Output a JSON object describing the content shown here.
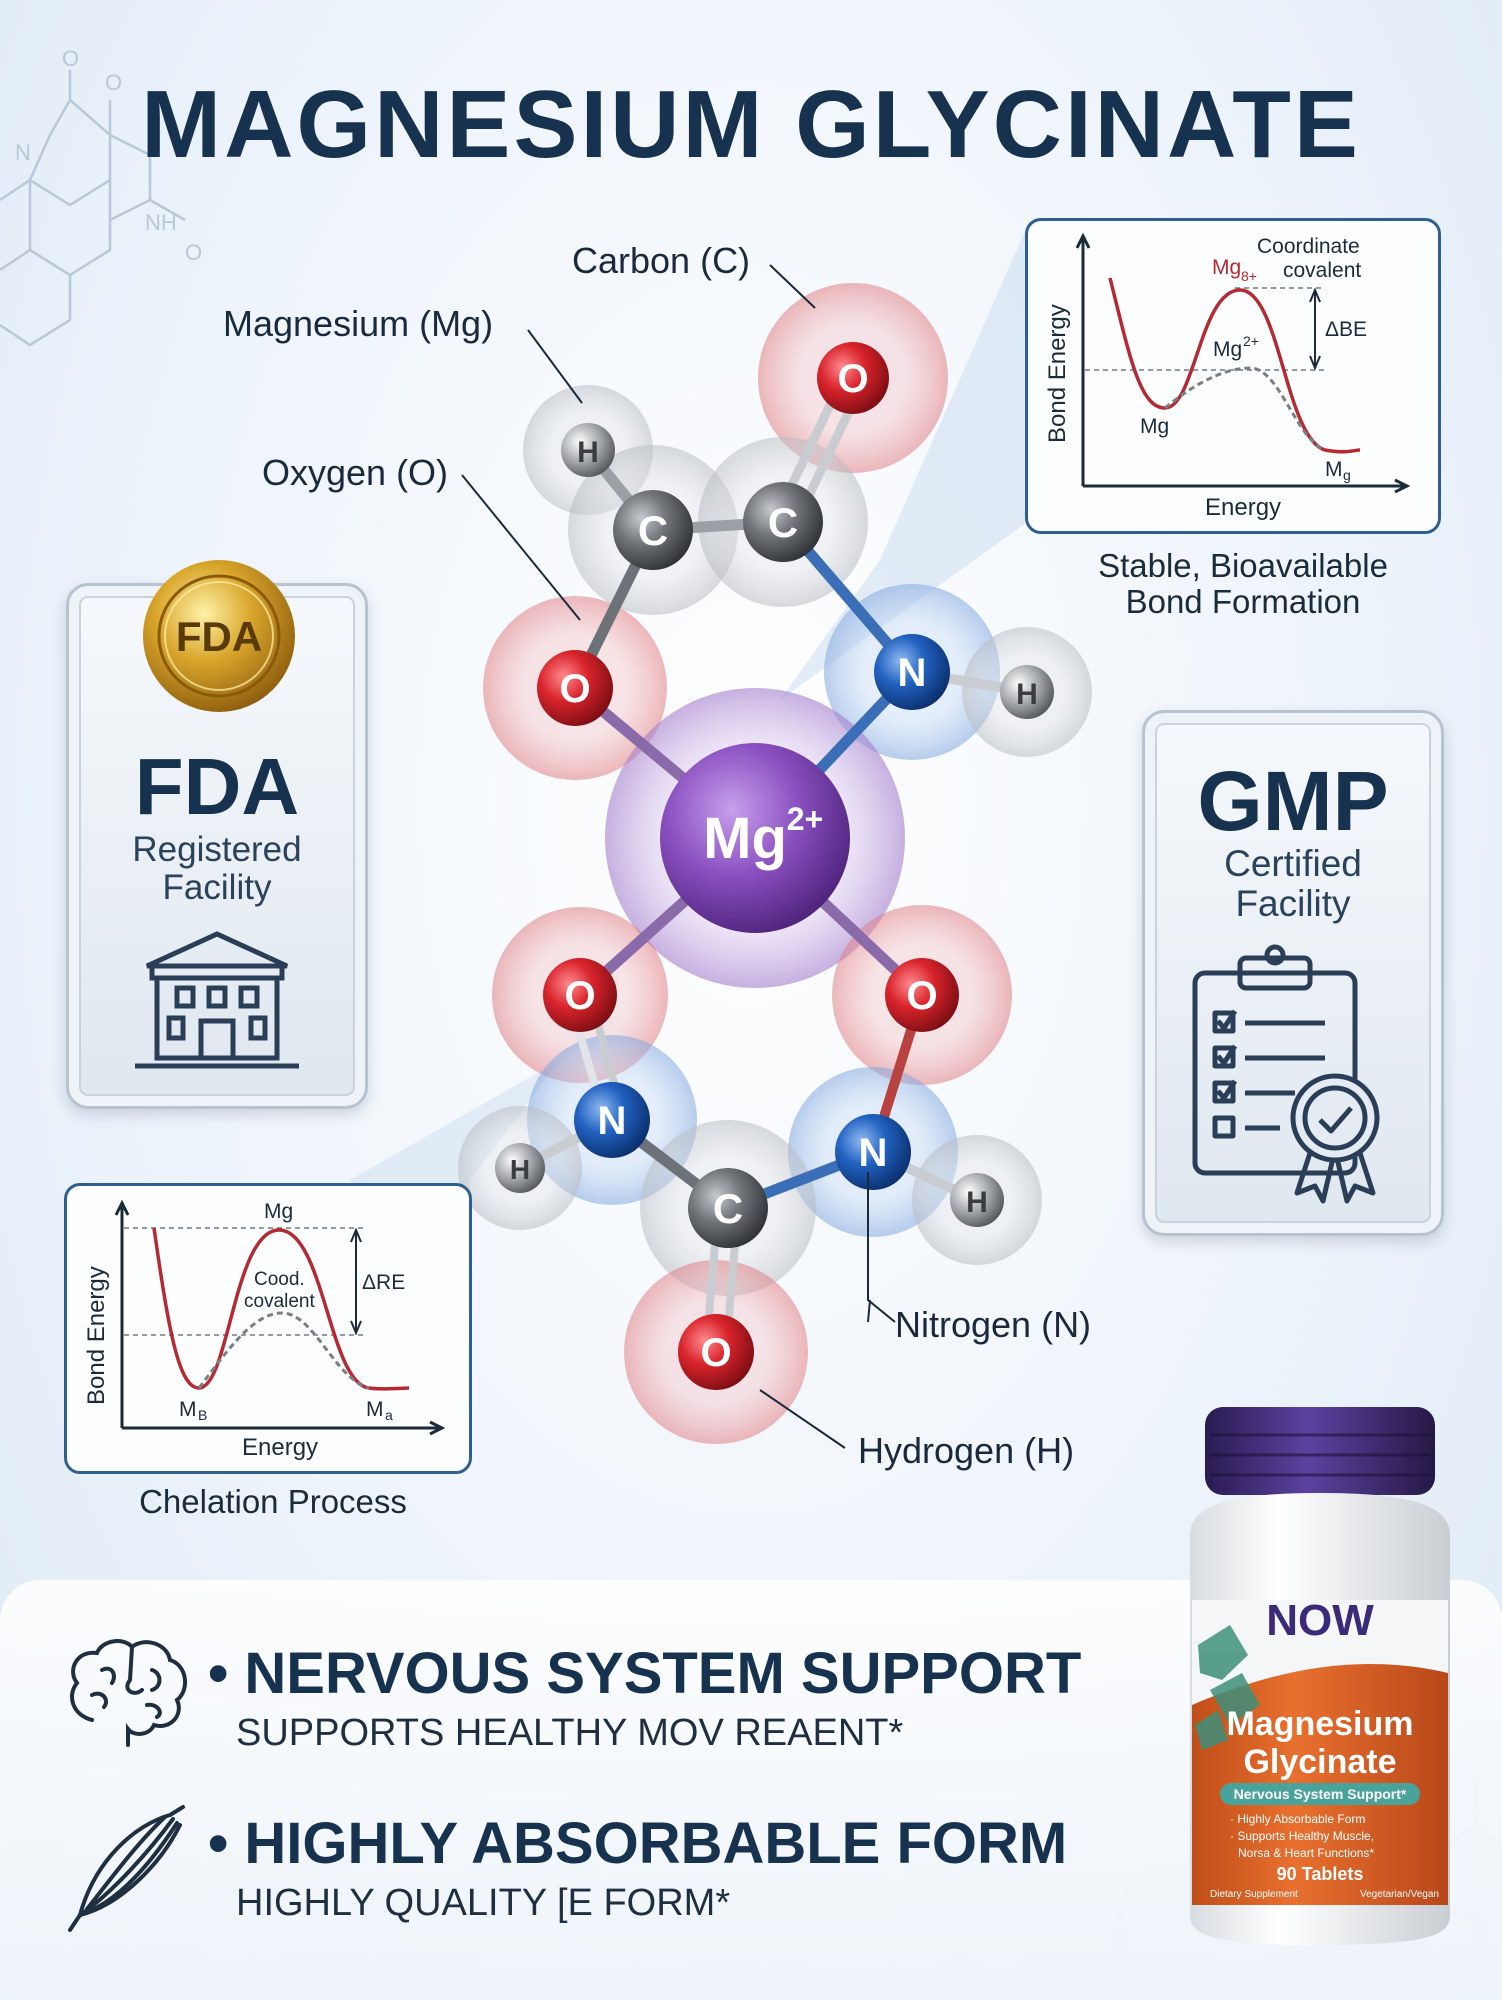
{
  "title": "MAGNESIUM GLYCINATE",
  "molecule": {
    "center_label": "Mg",
    "center_charge": "2+",
    "atom_labels": {
      "carbon": "Carbon (C)",
      "magnesium": "Magnesium (Mg)",
      "oxygen": "Oxygen (O)",
      "nitrogen": "Nitrogen (N)",
      "hydrogen": "Hydrogen (H)"
    },
    "symbols": {
      "O": "O",
      "C": "C",
      "N": "N",
      "H": "H"
    }
  },
  "fda_card": {
    "seal": "FDA",
    "big": "FDA",
    "line1": "Registered",
    "line2": "Facility"
  },
  "gmp_card": {
    "big": "GMP",
    "line1": "Certified",
    "line2": "Facility"
  },
  "graph_top": {
    "y_label": "Bond Energy",
    "x_label": "Energy",
    "ann_title_1": "Coordinate",
    "ann_title_2": "covalent",
    "peak_label": "Mg",
    "peak_sub": "8+",
    "mid_label": "Mg",
    "mid_sup": "2+",
    "delta": "ΔBE",
    "left_min": "Mg",
    "right_min": "M",
    "right_min_sub": "g",
    "caption_1": "Stable, Bioavailable",
    "caption_2": "Bond Formation"
  },
  "graph_bottom": {
    "y_label": "Bond Energy",
    "x_label": "Energy",
    "peak_label": "Mg",
    "ann_1": "Cood.",
    "ann_2": "covalent",
    "delta": "ΔRE",
    "left_min": "M",
    "left_min_sub": "B",
    "right_min": "M",
    "right_min_sub": "a",
    "caption": "Chelation Process"
  },
  "features": [
    {
      "title": "NERVOUS SYSTEM SUPPORT",
      "subtitle": "SUPPORTS HEALTHY MOV REAENT*",
      "icon": "brain-icon"
    },
    {
      "title": "HIGHLY ABSORBABLE FORM",
      "subtitle": "HIGHLY QUALITY [E FORM*",
      "icon": "muscle-icon"
    }
  ],
  "bottle": {
    "brand": "NOW",
    "name_1": "Magnesium",
    "name_2": "Glycinate",
    "badge": "Nervous System Support*",
    "bullet_1": "· Highly Absorbable Form",
    "bullet_2": "· Supports Healthy Muscle,",
    "bullet_3": "Norsa & Heart Functions*",
    "count": "90 Tablets",
    "footer_1": "Dietary Supplement",
    "footer_2": "Vegetarian/Vegan"
  },
  "colors": {
    "navy": "#17324f",
    "oxygen": "#d3242b",
    "carbon": "#6b6f74",
    "nitrogen": "#1f5fb8",
    "hydrogen": "#9a9da2",
    "magnesium": "#8a4fc0",
    "curve": "#b52a32",
    "bottle_orange": "#e2682b",
    "cap": "#3e2b72"
  }
}
